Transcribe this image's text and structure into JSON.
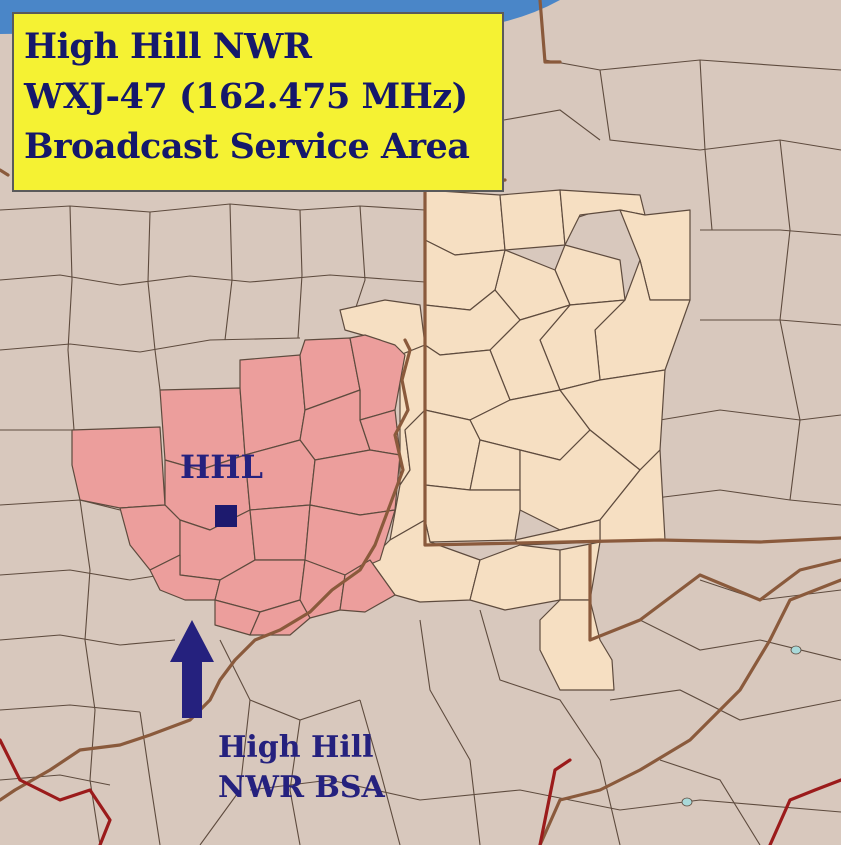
{
  "title": {
    "line1": "High Hill NWR",
    "line2": "WXJ-47 (162.475 MHz)",
    "line3": "Broadcast Service Area"
  },
  "labels": {
    "station": "HHL",
    "bsa_line1": "High Hill",
    "bsa_line2": "NWR BSA"
  },
  "colors": {
    "coverage_fill": "#ec9e9c",
    "neighbor_state_fill": "#f6dfc2",
    "background_county": "#d8c8bd",
    "water": "#4a86c8",
    "title_box": "#f5f233",
    "label_text": "#25217e",
    "state_border": "#8a5a3c"
  },
  "icons": {
    "station_marker": "square-marker-icon",
    "pointer": "arrow-up-icon"
  }
}
